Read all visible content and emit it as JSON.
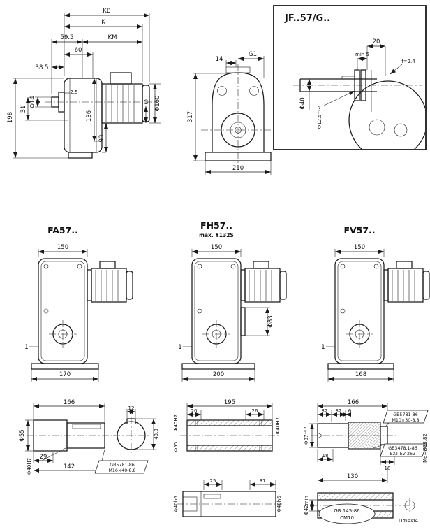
{
  "drawing": {
    "line_color": "#1a1a1a",
    "bg_color": "#ffffff"
  },
  "side_view": {
    "dims": {
      "kb": "KB",
      "k": "K",
      "d595": "59.5",
      "km": "KM",
      "d60": "60",
      "d385": "38.5",
      "d25": "2.5",
      "d14": "Φ14",
      "d31": "31",
      "d198": "198",
      "d136": "136",
      "d93": "93",
      "g": "G",
      "d160": "Φ160"
    }
  },
  "front_view": {
    "dims": {
      "g1": "G1",
      "d14": "14",
      "d317": "317",
      "d210": "210"
    }
  },
  "jf_inset": {
    "title": "JF..57/G..",
    "dims": {
      "d20": "20",
      "min5": "min 5",
      "f": "f=2.4",
      "d40": "Φ40",
      "d125": "Φ12.5⁺⁰·⁵"
    }
  },
  "fa": {
    "title": "FA57..",
    "dims": {
      "w": "150",
      "base": "170",
      "edge": "1"
    }
  },
  "fh": {
    "title": "FH57..",
    "subtitle": "max. Y132S",
    "dims": {
      "w": "150",
      "base": "200",
      "edge": "1",
      "d83": "Φ83"
    }
  },
  "fv": {
    "title": "FV57..",
    "dims": {
      "w": "150",
      "base": "168",
      "edge": "1"
    }
  },
  "shaft_fa": {
    "dims": {
      "len": "166",
      "key_w": "12",
      "d55": "Φ55",
      "d40": "Φ40H7",
      "hub": "29",
      "step": "142",
      "key_h": "43.3"
    },
    "callout": {
      "line1": "GB5781-86",
      "line2": "M16×40-8.8"
    }
  },
  "shaft_fh": {
    "dims": {
      "len": "195",
      "l20": "20",
      "l26": "26",
      "bore_l": "Φ40H7",
      "bore_r": "Φ40H7",
      "d55": "Φ55",
      "l25": "25",
      "l31": "31",
      "rod_l": "Φ40h6",
      "rod_r": "Φ40h6"
    }
  },
  "shaft_fv": {
    "dims": {
      "len": "166",
      "s32a": "32",
      "s32b": "32",
      "s6": "6",
      "d37": "Φ37⁺⁰·¹",
      "l18a": "18",
      "l18b": "18",
      "l130": "130",
      "d42": "Φ42min",
      "me": "Me=Ø38.82",
      "dm": "Dm=Ø4"
    },
    "callout_top": {
      "line1": "GB5781-86",
      "line2": "M10×30-8.8"
    },
    "callout_mid": {
      "line1": "GB3478.1-86",
      "line2": "EXT EV 26Z"
    },
    "stamp": {
      "line1": "GB 145-86",
      "line2": "CM10"
    }
  }
}
